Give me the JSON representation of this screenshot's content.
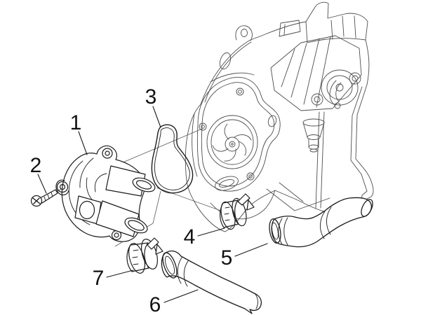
{
  "diagram": {
    "type": "exploded-parts-diagram",
    "background_color": "#ffffff",
    "engine_line_color": "#4d4d4d",
    "part_line_color": "#1c1c1c",
    "label_color": "#111111",
    "label_font_size": "30",
    "callouts": [
      {
        "label": "1",
        "name": "water-pump-cover"
      },
      {
        "label": "2",
        "name": "screw"
      },
      {
        "label": "3",
        "name": "gasket-ring"
      },
      {
        "label": "4",
        "name": "hose-clamp-front"
      },
      {
        "label": "5",
        "name": "elbow-hose"
      },
      {
        "label": "6",
        "name": "straight-hose"
      },
      {
        "label": "7",
        "name": "hose-clamp-rear"
      }
    ]
  }
}
